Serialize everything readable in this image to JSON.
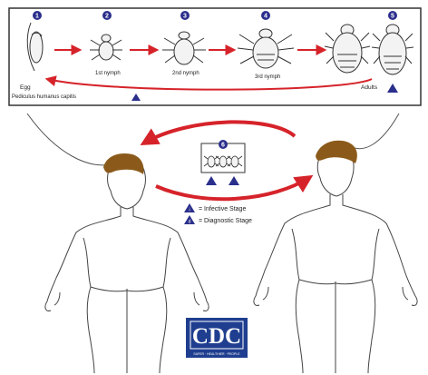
{
  "stages": {
    "numbers": [
      "1",
      "2",
      "3",
      "4",
      "5",
      "6"
    ],
    "egg_label": "Egg",
    "egg_caption": "Pediculus humanus capitis",
    "nymph1_label": "1st nymph",
    "nymph2_label": "2nd nymph",
    "nymph3_label": "3rd nymph",
    "adults_label": "Adults"
  },
  "legend": {
    "infective_marker": "i",
    "infective": "= Infective Stage",
    "diagnostic_marker": "d",
    "diagnostic": "= Diagnostic Stage"
  },
  "transmission": {
    "number": "6"
  },
  "logo": {
    "text": "CDC",
    "caption": "SAFER · HEALTHIER · PEOPLE"
  },
  "colors": {
    "arrow": "#d6232a",
    "badge": "#2b2f8c",
    "hair": "#8b5a1b",
    "logo_bg": "#1f3e8f"
  }
}
